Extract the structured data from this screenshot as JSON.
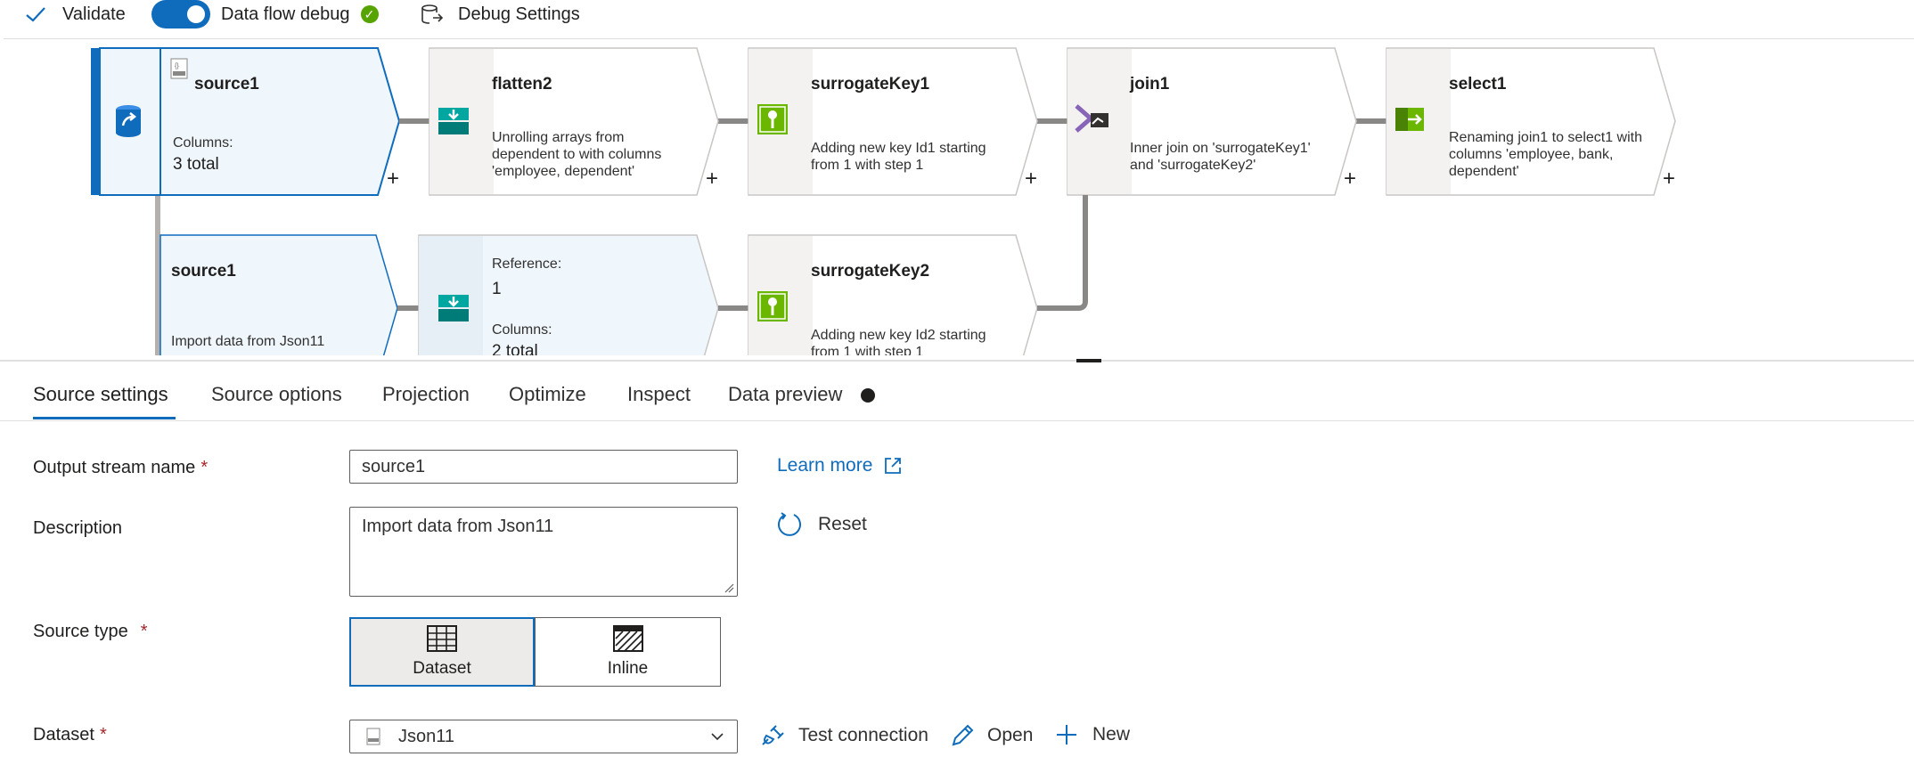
{
  "toolbar": {
    "validate_label": "Validate",
    "debug_label": "Data flow debug",
    "debug_on": true,
    "debug_settings_label": "Debug Settings"
  },
  "canvas": {
    "row1": [
      {
        "title": "source1",
        "columns_label": "Columns:",
        "columns_value": "3 total",
        "icon": "json-source-icon"
      },
      {
        "title": "flatten2",
        "desc": "Unrolling arrays from dependent to  with columns 'employee, dependent'",
        "icon": "flatten-icon"
      },
      {
        "title": "surrogateKey1",
        "desc": "Adding new key Id1 starting from 1 with step 1",
        "icon": "surrogate-key-icon"
      },
      {
        "title": "join1",
        "desc": "Inner join on 'surrogateKey1' and 'surrogateKey2'",
        "icon": "join-icon"
      },
      {
        "title": "select1",
        "desc": "Renaming join1 to select1 with columns 'employee, bank, dependent'",
        "icon": "select-icon"
      }
    ],
    "row2": [
      {
        "title": "source1",
        "desc": "Import data from Json11"
      },
      {
        "reference_label": "Reference:",
        "reference_value": "1",
        "columns_label": "Columns:",
        "columns_value": "2 total"
      },
      {
        "title": "surrogateKey2",
        "desc": "Adding new key Id2 starting from 1 with step 1"
      }
    ],
    "plus": "+"
  },
  "tabs": [
    {
      "label": "Source settings",
      "active": true
    },
    {
      "label": "Source options"
    },
    {
      "label": "Projection"
    },
    {
      "label": "Optimize"
    },
    {
      "label": "Inspect"
    },
    {
      "label": "Data preview"
    }
  ],
  "form": {
    "output_stream_label": "Output stream name",
    "output_stream_value": "source1",
    "learn_more": "Learn more",
    "description_label": "Description",
    "description_value": "Import data from Json11",
    "reset_label": "Reset",
    "source_type_label": "Source type",
    "source_type_options": [
      "Dataset",
      "Inline"
    ],
    "source_type_selected": "Dataset",
    "dataset_label": "Dataset",
    "dataset_value": "Json11",
    "test_connection": "Test connection",
    "open": "Open",
    "new": "New",
    "required_mark": "*"
  },
  "colors": {
    "accent": "#0f6cbd",
    "node_selected_bg": "#eff6fc",
    "node_bg": "#ffffff",
    "connector": "#8a8886",
    "debug_check": "#57a300",
    "flatten_icon": "#00a6a0",
    "surrogate_icon": "#6bb700"
  }
}
